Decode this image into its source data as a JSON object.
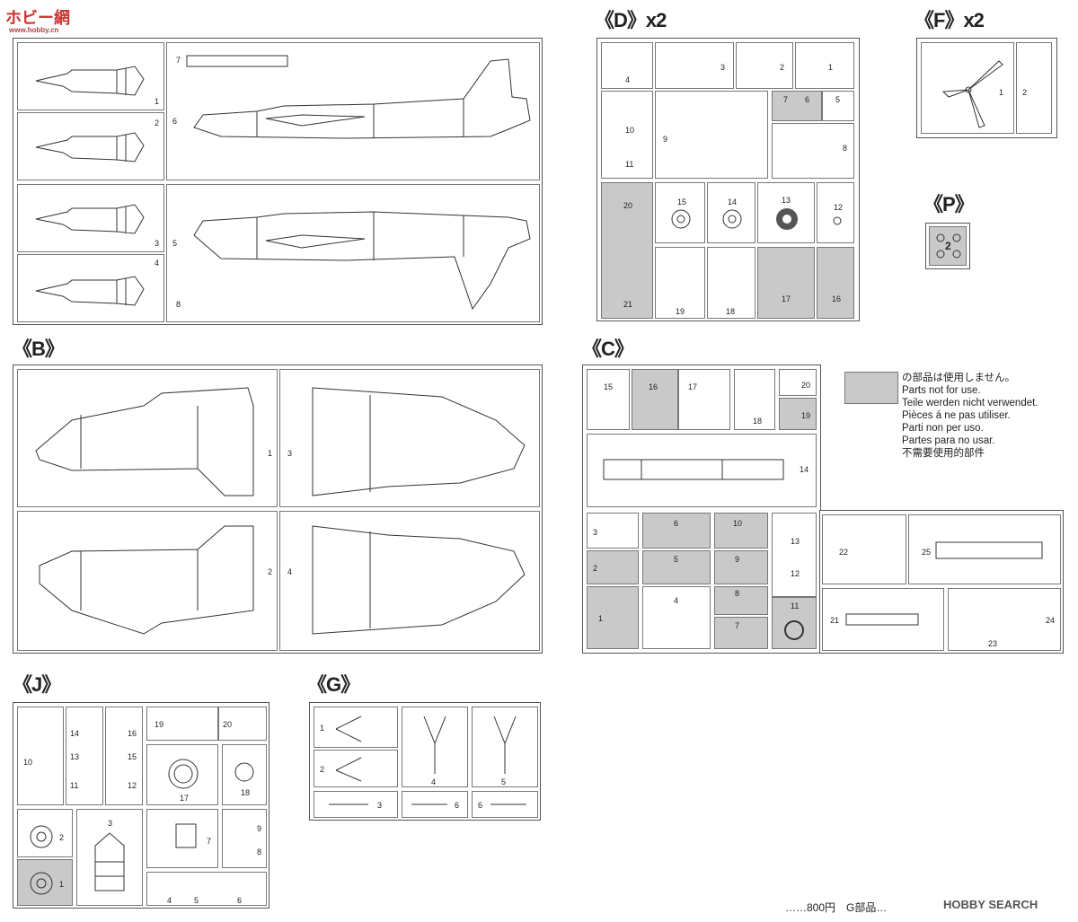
{
  "watermark": {
    "brand": "ホビー網",
    "site": "www.hobby.cn"
  },
  "sections": {
    "A": {
      "parts": [
        "1",
        "2",
        "3",
        "4",
        "5",
        "6",
        "7",
        "8"
      ]
    },
    "B": {
      "title": "《B》",
      "parts": [
        "1",
        "2",
        "3",
        "4"
      ]
    },
    "C": {
      "title": "《C》",
      "parts": [
        "1",
        "2",
        "3",
        "4",
        "5",
        "6",
        "7",
        "8",
        "9",
        "10",
        "11",
        "12",
        "13",
        "14",
        "15",
        "16",
        "17",
        "18",
        "19",
        "20",
        "21",
        "22",
        "23",
        "24",
        "25"
      ]
    },
    "D": {
      "title": "《D》x2",
      "parts": [
        "1",
        "2",
        "3",
        "4",
        "5",
        "6",
        "7",
        "8",
        "9",
        "10",
        "11",
        "12",
        "13",
        "14",
        "15",
        "16",
        "17",
        "18",
        "19",
        "20",
        "21"
      ]
    },
    "F": {
      "title": "《F》x2",
      "parts": [
        "1",
        "2"
      ]
    },
    "P": {
      "title": "《P》",
      "parts": [
        "2"
      ]
    },
    "J": {
      "title": "《J》",
      "parts": [
        "1",
        "2",
        "3",
        "4",
        "5",
        "6",
        "7",
        "8",
        "9",
        "10",
        "11",
        "12",
        "13",
        "14",
        "15",
        "16",
        "17",
        "18",
        "19",
        "20"
      ]
    },
    "G": {
      "title": "《G》",
      "parts": [
        "1",
        "2",
        "3",
        "4",
        "5",
        "6",
        "6"
      ]
    }
  },
  "legend": {
    "lines": [
      "の部品は使用しません。",
      "Parts not for use.",
      "Teile werden nicht verwendet.",
      "Pièces á ne pas utiliser.",
      "Parti non per uso.",
      "Partes para no usar.",
      "不需要使用的部件"
    ],
    "swatch_color": "#c9c9c9"
  },
  "footer": {
    "price_note": "……800円　G部品…",
    "brand": "HOBBY SEARCH"
  }
}
